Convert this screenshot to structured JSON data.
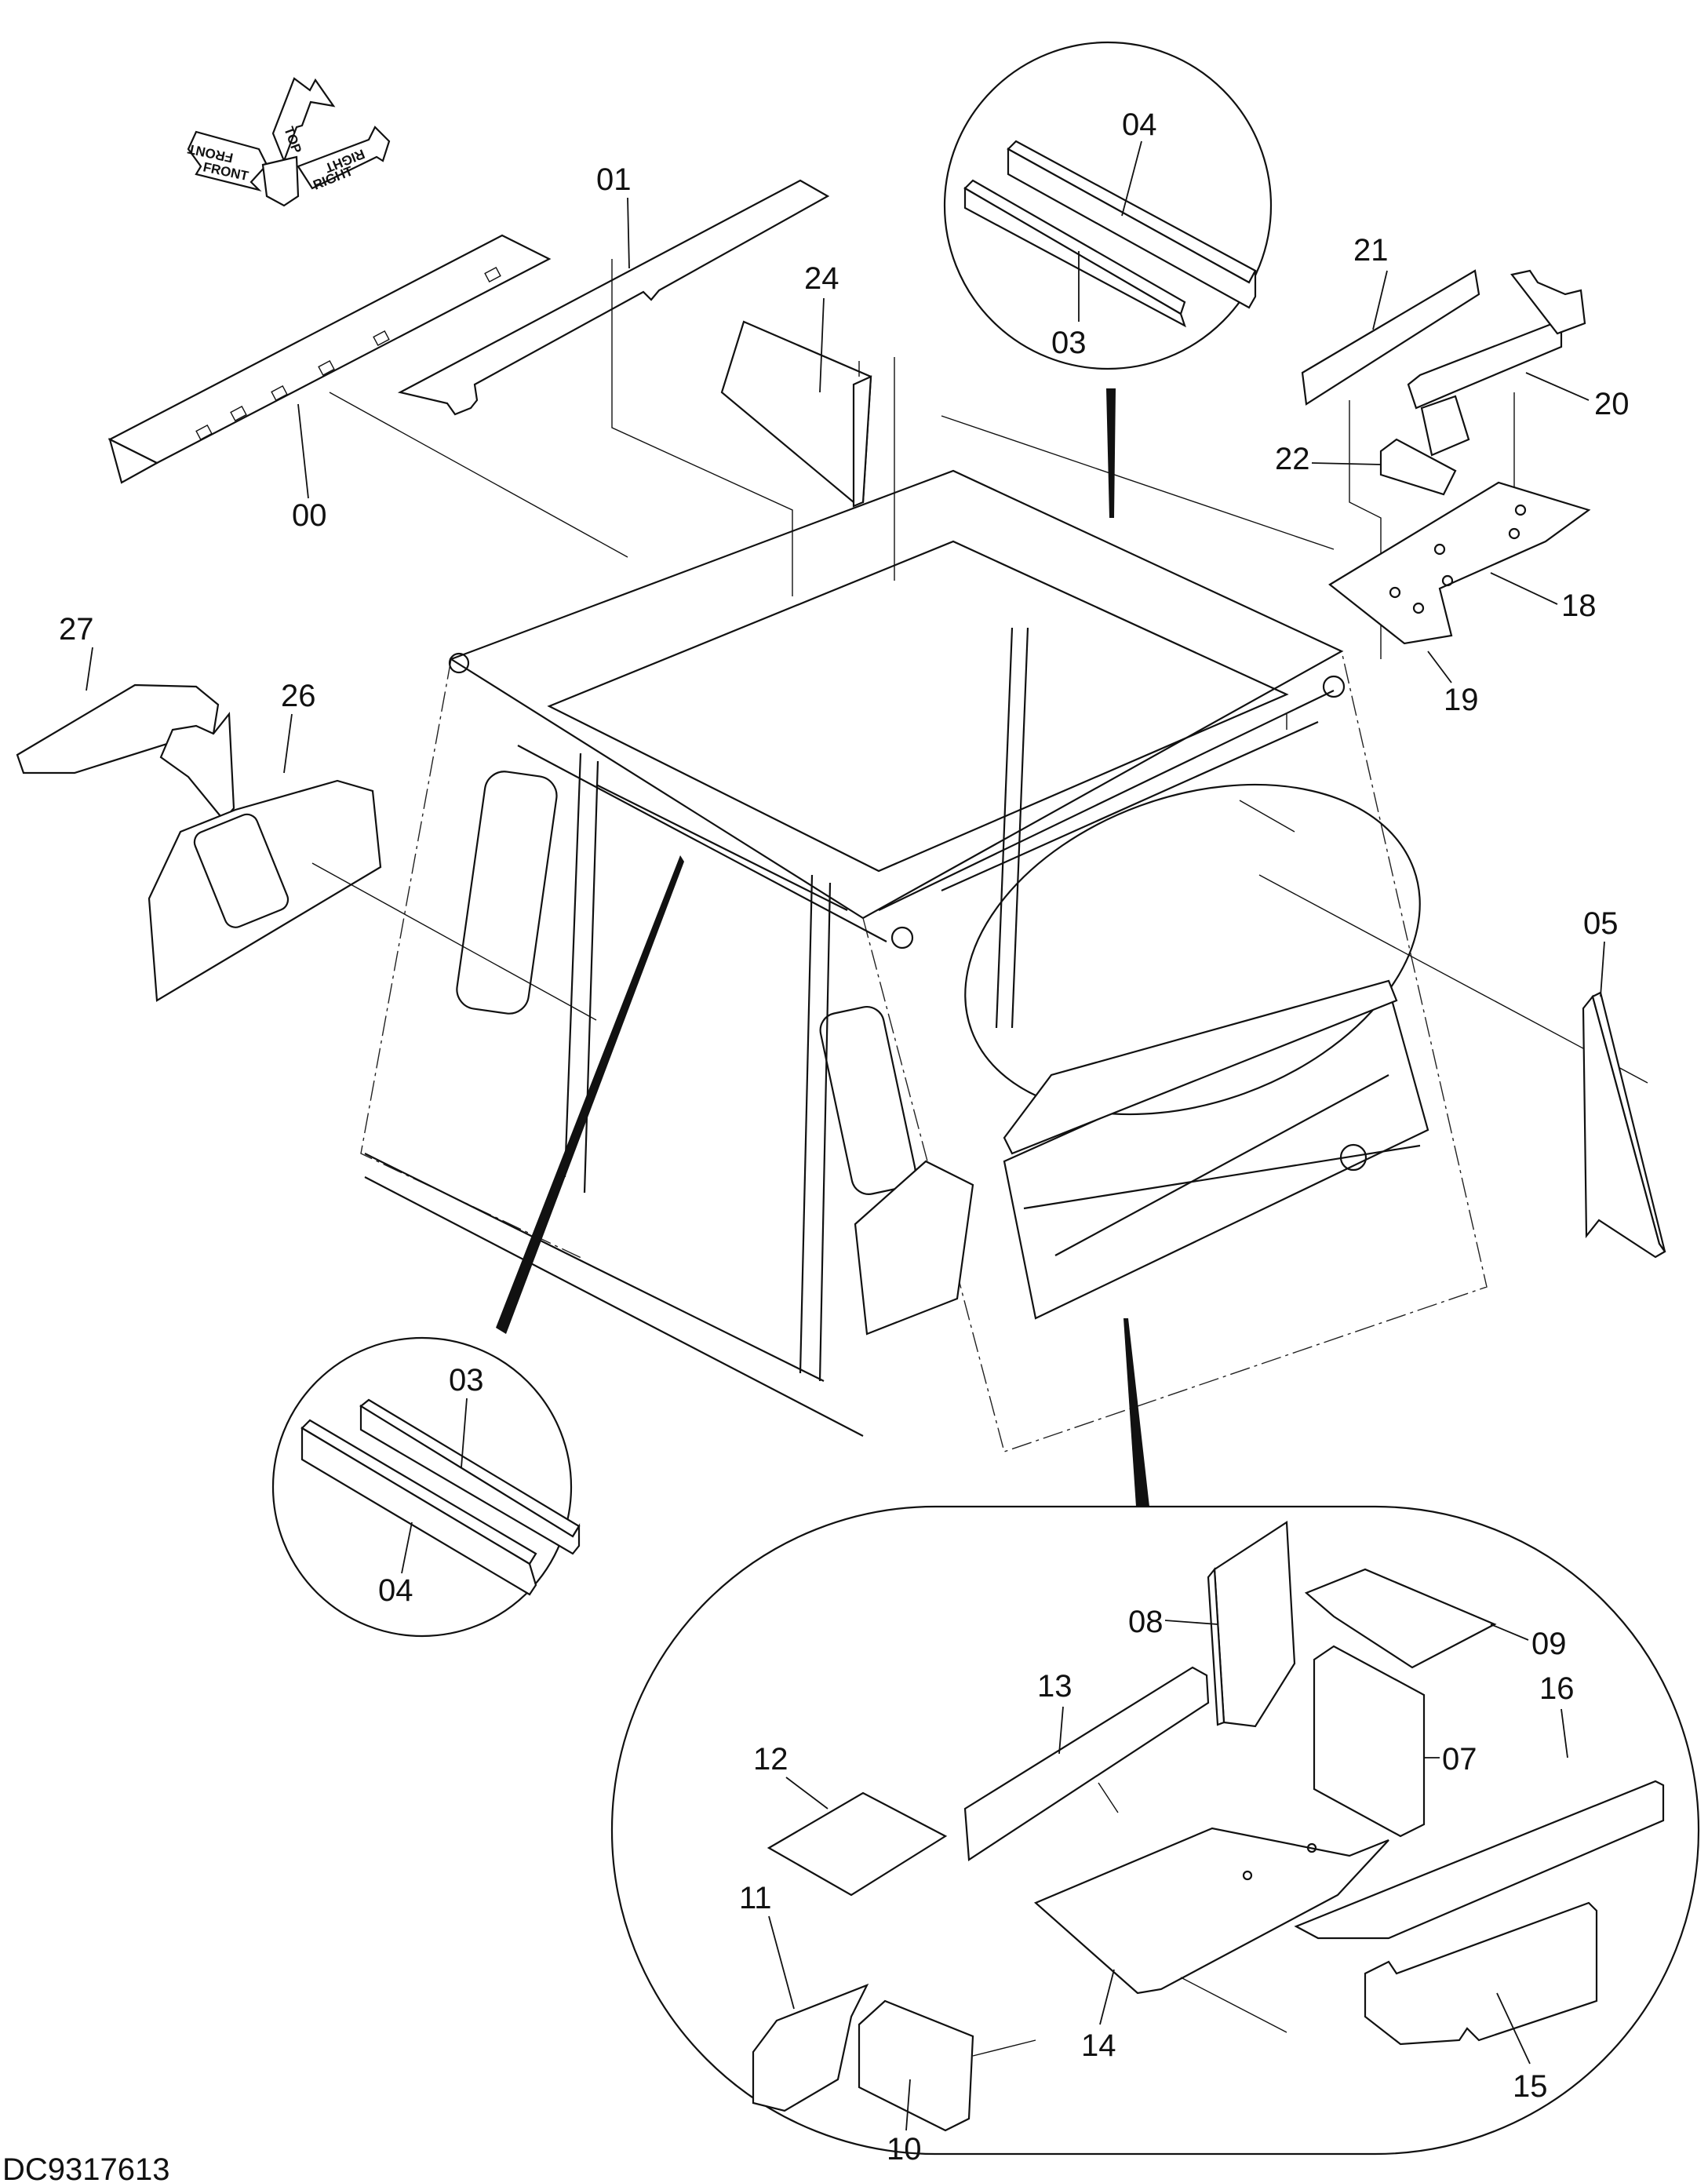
{
  "document": {
    "drawing_number": "DC9317613"
  },
  "orientation_symbol": {
    "top": "TOP",
    "front": "FRONT",
    "right": "RIGHT"
  },
  "part_labels": {
    "p00": "00",
    "p01": "01",
    "p03_top": "03",
    "p04_top": "04",
    "p03_bottom": "03",
    "p04_bottom": "04",
    "p05": "05",
    "p07": "07",
    "p08": "08",
    "p09": "09",
    "p10": "10",
    "p11": "11",
    "p12": "12",
    "p13": "13",
    "p14": "14",
    "p15": "15",
    "p16": "16",
    "p18": "18",
    "p19": "19",
    "p20": "20",
    "p21": "21",
    "p22": "22",
    "p24": "24",
    "p26": "26",
    "p27": "27"
  }
}
